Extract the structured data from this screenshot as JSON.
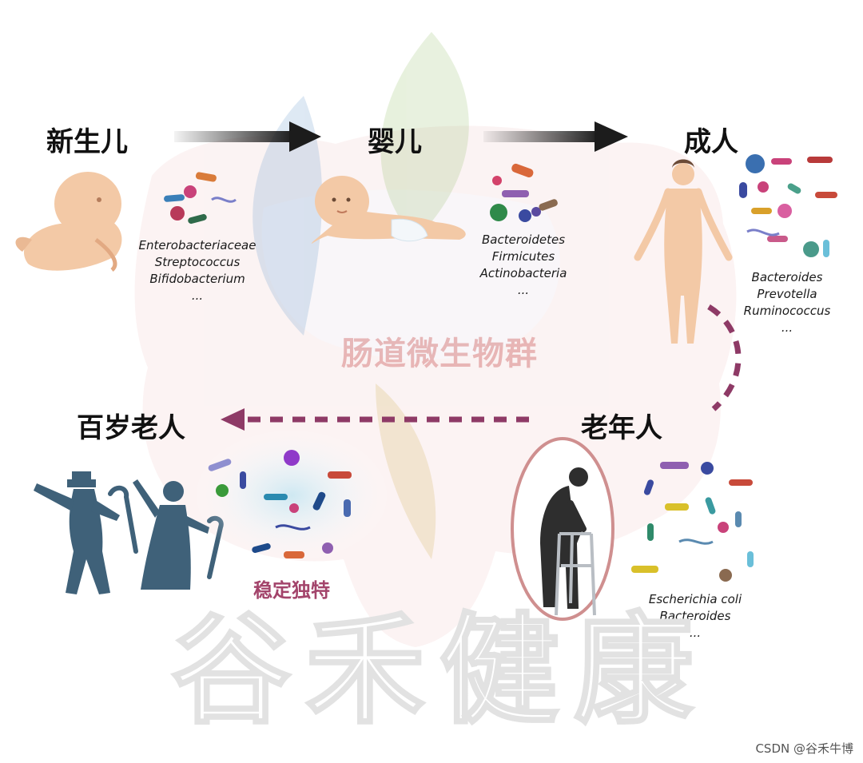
{
  "center_title": "肠道微生物群",
  "watermark": "谷禾健康",
  "credit": "CSDN @谷禾牛博",
  "stages": {
    "newborn": {
      "label": "新生儿",
      "taxa": [
        "Enterobacteriaceae",
        "Streptococcus",
        "Bifidobacterium",
        "..."
      ]
    },
    "infant": {
      "label": "婴儿",
      "taxa": [
        "Bacteroidetes",
        "Firmicutes",
        "Actinobacteria",
        "..."
      ]
    },
    "adult": {
      "label": "成人",
      "taxa": [
        "Bacteroides",
        "Prevotella",
        "Ruminococcus",
        "..."
      ]
    },
    "elderly": {
      "label": "老年人",
      "taxa": [
        "Escherichia coli",
        "Bacteroides",
        "..."
      ]
    },
    "centenarian": {
      "label": "百岁老人",
      "note": "稳定独特"
    }
  },
  "colors": {
    "arrow_solid": "#1c1c1c",
    "arrow_dashed": "#8e3a66",
    "note_text": "#a3446b",
    "silhouette": "#3f6179",
    "elderly_ring": "#cf8f8f",
    "skin": "#f3c9a6"
  },
  "icons": [
    "fetus-icon",
    "baby-icon",
    "adult-figure-icon",
    "elderly-walker-icon",
    "centenarian-couple-icon",
    "bacteria-cluster-icon"
  ]
}
